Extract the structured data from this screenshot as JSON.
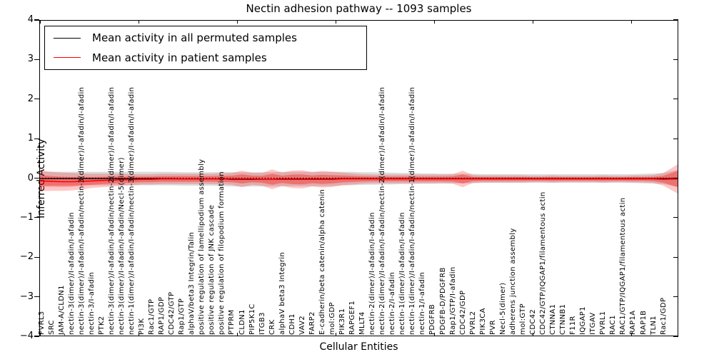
{
  "figure": {
    "title": "Nectin adhesion pathway -- 1093 samples",
    "xlabel": "Cellular Entities",
    "ylabel": "Inferred Activity"
  },
  "legend": {
    "items": [
      {
        "label": "Mean activity in all permuted samples",
        "color": "#000000"
      },
      {
        "label": "Mean activity in patient samples",
        "color": "#ff0000"
      }
    ]
  },
  "axes": {
    "ylim": [
      -4,
      4
    ],
    "y_ticks": [
      "4",
      "3",
      "2",
      "1",
      "0",
      "−1",
      "−2",
      "−3",
      "−4"
    ],
    "y_tick_values": [
      4,
      3,
      2,
      1,
      0,
      -1,
      -2,
      -3,
      -4
    ]
  },
  "colors": {
    "permuted_line": "#000000",
    "patient_line": "#ff0000",
    "permuted_band": "rgba(0,0,0,0.14)",
    "patient_band_outer": "rgba(255,0,0,0.22)",
    "patient_band_inner": "rgba(255,0,0,0.33)",
    "zero_line": "#000000"
  },
  "chart_data": {
    "type": "line",
    "title": "Nectin adhesion pathway -- 1093 samples",
    "xlabel": "Cellular Entities",
    "ylabel": "Inferred Activity",
    "ylim": [
      -4,
      4
    ],
    "grid": false,
    "legend_position": "upper left",
    "categories": [
      "PVRL3",
      "SRC",
      "JAM-A/CLDN1",
      "nectin-3(dimer)/I-afadin/I-afadin",
      "nectin-3(dimer)/I-afadin/I-afadin/nectin-3(dimer)/I-afadin/I-afadin",
      "nectin-3/I-afadin",
      "PTK2",
      "nectin-3(dimer)/I-afadin/I-afadin/nectin-2(dimer)/I-afadin/I-afadin",
      "nectin-3(dimer)/I-afadin/I-afadin/Necl-5(dimer)",
      "nectin-1(dimer)/I-afadin/I-afadin/nectin-3(dimer)/I-afadin/I-afadin",
      "PI3K",
      "Rac1/GTP",
      "RAP1/GDP",
      "CDC42/GTP",
      "Rap1/GTP",
      "alphaV/beta3 Integrin/Talin",
      "positive regulation of lamellipodium assembly",
      "positive regulation of JNK cascade",
      "positive regulation of filopodium formation",
      "PTPRM",
      "CLDN1",
      "PIP5K1C",
      "ITGB3",
      "CRK",
      "alphaV beta3 Integrin",
      "CDH1",
      "VAV2",
      "FARP2",
      "E-cadherin/beta catenin/alpha catenin",
      "mol:GDP",
      "PIK3R1",
      "RAPGEF1",
      "MLLT4",
      "nectin-2(dimer)/I-afadin/I-afadin",
      "nectin-2(dimer)/I-afadin/I-afadin/nectin-2(dimer)/I-afadin/I-afadin",
      "nectin-2/I-afadin",
      "nectin-1(dimer)/I-afadin/I-afadin",
      "nectin-1(dimer)/I-afadin/I-afadin/nectin-1(dimer)/I-afadin/I-afadin",
      "nectin-1/I-afadin",
      "PDGFRB",
      "PDGFB-D/PDGFRB",
      "Rap1/GTP/I-afadin",
      "CDC42/GDP",
      "PVRL2",
      "PIK3CA",
      "PVR",
      "Necl-5(dimer)",
      "adherens junction assembly",
      "mol:GTP",
      "CDC42",
      "CDC42/GTP/IQGAP1/filamentous actin",
      "CTNNA1",
      "CTNNB1",
      "F11R",
      "IQGAP1",
      "ITGAV",
      "PVRL1",
      "RAC1",
      "RAC1/GTP/IQGAP1/filamentous actin",
      "RAP1A",
      "RAP1B",
      "TLN1",
      "Rac1/GDP"
    ],
    "series": [
      {
        "name": "Mean activity in all permuted samples",
        "color": "#000000",
        "values": [
          -0.01,
          -0.01,
          -0.01,
          -0.01,
          -0.01,
          -0.01,
          -0.01,
          -0.01,
          -0.01,
          -0.01,
          -0.01,
          -0.01,
          -0.01,
          -0.01,
          -0.02,
          -0.02,
          -0.02,
          -0.02,
          -0.02,
          -0.03,
          -0.03,
          -0.03,
          -0.03,
          -0.03,
          -0.02,
          -0.02,
          -0.02,
          -0.02,
          -0.02,
          -0.02,
          -0.01,
          -0.01,
          -0.01,
          -0.01,
          -0.01,
          -0.01,
          -0.01,
          -0.01,
          -0.01,
          -0.01,
          -0.01,
          -0.01,
          -0.01,
          -0.01,
          -0.01,
          -0.01,
          -0.01,
          -0.01,
          -0.01,
          -0.01,
          -0.01,
          -0.01,
          -0.01,
          -0.01,
          -0.01,
          -0.01,
          -0.01,
          -0.01,
          -0.01,
          -0.01,
          -0.01,
          -0.01,
          -0.01
        ],
        "std": [
          0.18,
          0.17,
          0.17,
          0.17,
          0.17,
          0.17,
          0.17,
          0.17,
          0.17,
          0.17,
          0.17,
          0.17,
          0.17,
          0.17,
          0.17,
          0.17,
          0.17,
          0.17,
          0.18,
          0.18,
          0.18,
          0.18,
          0.18,
          0.18,
          0.18,
          0.18,
          0.18,
          0.18,
          0.18,
          0.18,
          0.17,
          0.17,
          0.16,
          0.16,
          0.15,
          0.15,
          0.14,
          0.14,
          0.13,
          0.13,
          0.12,
          0.12,
          0.12,
          0.12,
          0.11,
          0.11,
          0.11,
          0.11,
          0.11,
          0.11,
          0.11,
          0.11,
          0.11,
          0.11,
          0.11,
          0.11,
          0.11,
          0.11,
          0.11,
          0.11,
          0.12,
          0.13,
          0.14
        ],
        "edge_mean": -0.01,
        "edge_std": 0.22
      },
      {
        "name": "Mean activity in patient samples",
        "color": "#ff0000",
        "values": [
          -0.07,
          -0.08,
          -0.09,
          -0.09,
          -0.08,
          -0.07,
          -0.06,
          -0.05,
          -0.04,
          -0.04,
          -0.03,
          -0.03,
          -0.02,
          -0.02,
          -0.02,
          -0.02,
          -0.02,
          -0.02,
          -0.02,
          -0.02,
          -0.02,
          -0.02,
          -0.03,
          -0.03,
          -0.03,
          -0.03,
          -0.03,
          -0.03,
          -0.03,
          -0.03,
          -0.02,
          -0.02,
          -0.02,
          -0.02,
          -0.02,
          -0.02,
          -0.02,
          -0.02,
          -0.02,
          -0.02,
          -0.02,
          -0.02,
          -0.02,
          -0.02,
          -0.02,
          -0.02,
          -0.02,
          -0.02,
          -0.02,
          -0.02,
          -0.02,
          -0.02,
          -0.02,
          -0.02,
          -0.02,
          -0.02,
          -0.02,
          -0.02,
          -0.02,
          -0.02,
          -0.02,
          -0.02,
          -0.03
        ],
        "std": [
          0.26,
          0.24,
          0.23,
          0.22,
          0.2,
          0.18,
          0.17,
          0.16,
          0.15,
          0.14,
          0.13,
          0.13,
          0.13,
          0.13,
          0.13,
          0.13,
          0.13,
          0.13,
          0.14,
          0.15,
          0.21,
          0.15,
          0.16,
          0.25,
          0.17,
          0.22,
          0.23,
          0.18,
          0.21,
          0.19,
          0.16,
          0.14,
          0.12,
          0.11,
          0.11,
          0.11,
          0.11,
          0.11,
          0.11,
          0.11,
          0.11,
          0.12,
          0.21,
          0.1,
          0.09,
          0.09,
          0.09,
          0.09,
          0.09,
          0.08,
          0.08,
          0.09,
          0.08,
          0.08,
          0.08,
          0.08,
          0.09,
          0.08,
          0.08,
          0.09,
          0.09,
          0.1,
          0.16
        ],
        "edge_mean": -0.02,
        "edge_std": 0.38
      }
    ],
    "zero_line": 0
  }
}
